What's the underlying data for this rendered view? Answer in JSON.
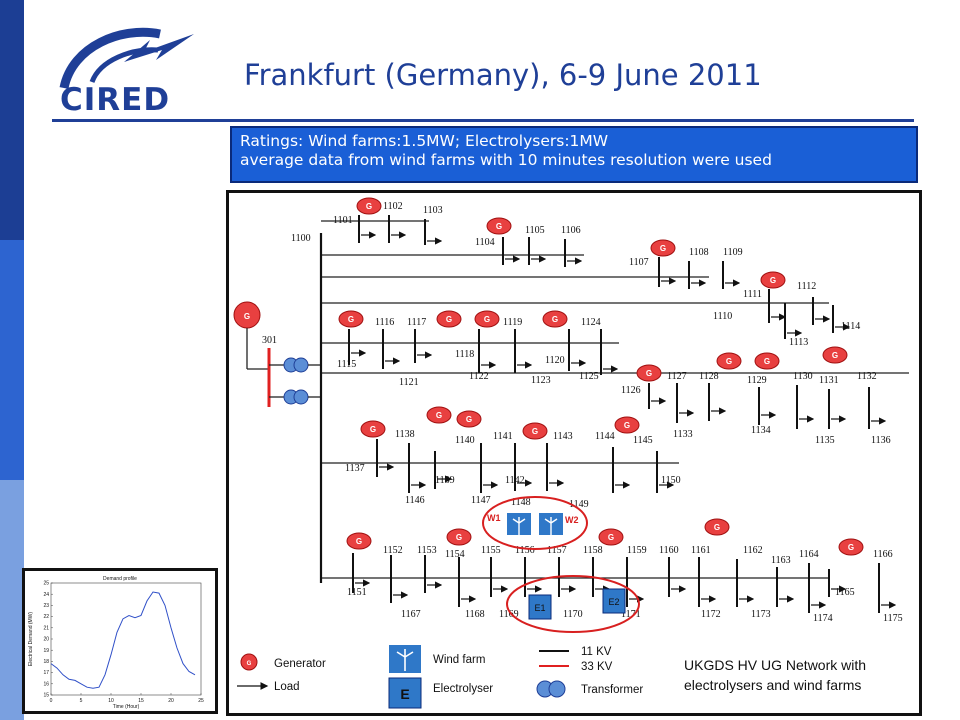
{
  "header": {
    "logo_text": "CIRED",
    "title": "Frankfurt (Germany), 6-9 June 2011"
  },
  "ratings": {
    "line1": "Ratings: Wind farms:1.5MW; Electrolysers:1MW",
    "line2": "average data from wind farms with 10 minutes resolution were used"
  },
  "diagram": {
    "source_bus": "301",
    "main_bus": "1100",
    "generator_symbol": "G",
    "wind_labels": [
      "W1",
      "W2"
    ],
    "electrolyser_labels": [
      "E1",
      "E2"
    ],
    "buses": {
      "row1": [
        "1101",
        "1102",
        "1103",
        "1104",
        "1105",
        "1106",
        "1107",
        "1108",
        "1109",
        "1110",
        "1111",
        "1112",
        "1113",
        "1114"
      ],
      "row2": [
        "1115",
        "1116",
        "1117",
        "1118",
        "1119",
        "1120",
        "1121",
        "1122",
        "1123",
        "1124",
        "1125"
      ],
      "row3": [
        "1126",
        "1127",
        "1128",
        "1129",
        "1130",
        "1131",
        "1132",
        "1133",
        "1134",
        "1135",
        "1136"
      ],
      "row4": [
        "1137",
        "1138",
        "1139",
        "1140",
        "1141",
        "1142",
        "1143",
        "1144",
        "1145",
        "1146",
        "1147",
        "1148",
        "1149",
        "1150"
      ],
      "row5": [
        "1151",
        "1152",
        "1153",
        "1154",
        "1155",
        "1156",
        "1157",
        "1158",
        "1159",
        "1160",
        "1161",
        "1162",
        "1163",
        "1164",
        "1165",
        "1166",
        "1167",
        "1168",
        "1169",
        "1170",
        "1171",
        "1172",
        "1173",
        "1174",
        "1175"
      ]
    },
    "legend": {
      "generator": "Generator",
      "load": "Load",
      "wind_farm": "Wind farm",
      "electrolyser": "Electrolyser",
      "electrolyser_symbol": "E",
      "kv11": "11 KV",
      "kv33": "33 KV",
      "transformer": "Transformer",
      "caption_line1": "UKGDS HV UG Network with",
      "caption_line2": "electrolysers and wind farms"
    }
  },
  "demand_chart": {
    "chart_data": {
      "type": "line",
      "title": "Demand profile",
      "xlabel": "Time (Hour)",
      "ylabel": "Electrical Demand (MW)",
      "xlim": [
        0,
        25
      ],
      "ylim": [
        15,
        25
      ],
      "xticks": [
        "0",
        "5",
        "10",
        "15",
        "20",
        "25"
      ],
      "yticks": [
        "15",
        "16",
        "17",
        "18",
        "19",
        "20",
        "21",
        "22",
        "23",
        "24",
        "25"
      ],
      "series": [
        {
          "x": [
            0,
            1,
            2,
            3,
            4,
            5,
            6,
            7,
            8,
            9,
            10,
            11,
            12,
            13,
            14,
            15,
            16,
            17,
            18,
            19,
            20,
            21,
            22,
            23,
            24
          ],
          "y": [
            17.8,
            17.4,
            16.8,
            16.4,
            16.3,
            16.0,
            15.7,
            15.6,
            15.7,
            16.8,
            18.6,
            20.6,
            21.8,
            22.1,
            21.9,
            22.1,
            23.4,
            24.2,
            24.1,
            23.0,
            21.0,
            19.2,
            17.8,
            17.1,
            16.8
          ]
        }
      ]
    }
  }
}
